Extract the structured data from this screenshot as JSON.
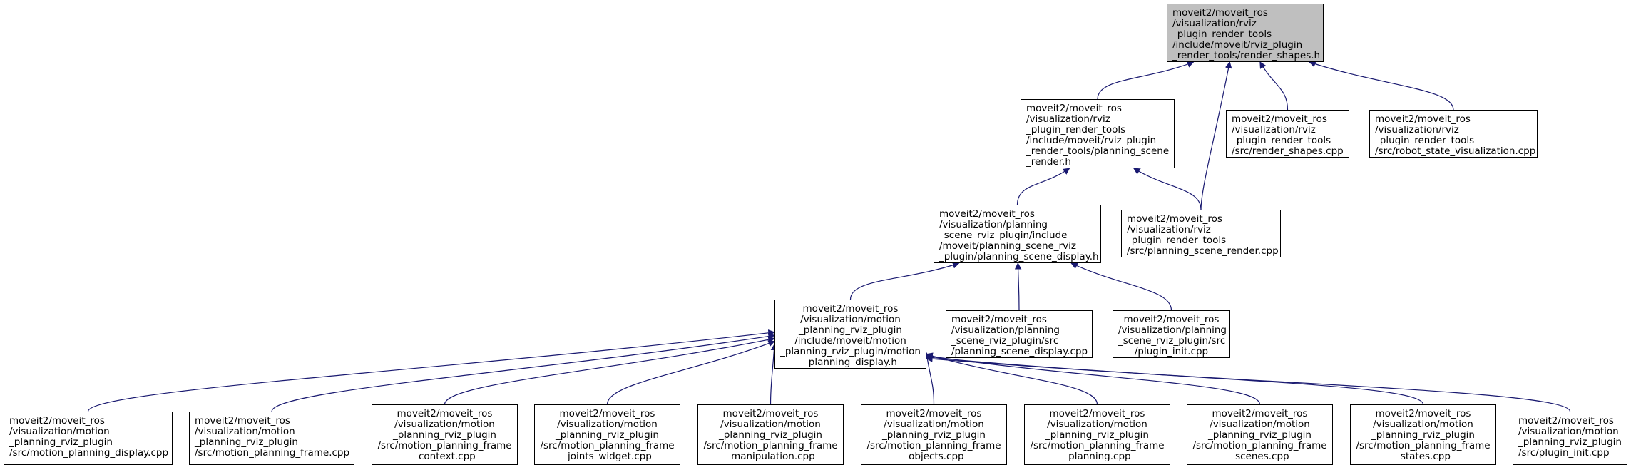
{
  "nodes": [
    {
      "id": "render_shapes_h",
      "root": true,
      "lines": [
        "moveit2/moveit_ros",
        "/visualization/rviz",
        "_plugin_render_tools",
        "/include/moveit/rviz_plugin",
        "_render_tools/render_shapes.h"
      ]
    },
    {
      "id": "planning_scene_render_h",
      "lines": [
        "moveit2/moveit_ros",
        "/visualization/rviz",
        "_plugin_render_tools",
        "/include/moveit/rviz_plugin",
        "_render_tools/planning_scene",
        "_render.h"
      ]
    },
    {
      "id": "render_shapes_cpp",
      "lines": [
        "moveit2/moveit_ros",
        "/visualization/rviz",
        "_plugin_render_tools",
        "/src/render_shapes.cpp"
      ]
    },
    {
      "id": "robot_state_visualization_cpp",
      "lines": [
        "moveit2/moveit_ros",
        "/visualization/rviz",
        "_plugin_render_tools",
        "/src/robot_state_visualization.cpp"
      ]
    },
    {
      "id": "planning_scene_display_h",
      "lines": [
        "moveit2/moveit_ros",
        "/visualization/planning",
        "_scene_rviz_plugin/include",
        "/moveit/planning_scene_rviz",
        "_plugin/planning_scene_display.h"
      ]
    },
    {
      "id": "planning_scene_render_cpp",
      "lines": [
        "moveit2/moveit_ros",
        "/visualization/rviz",
        "_plugin_render_tools",
        "/src/planning_scene_render.cpp"
      ]
    },
    {
      "id": "motion_planning_display_h",
      "lines": [
        "moveit2/moveit_ros",
        "/visualization/motion",
        "_planning_rviz_plugin",
        "/include/moveit/motion",
        "_planning_rviz_plugin/motion",
        "_planning_display.h"
      ]
    },
    {
      "id": "planning_scene_display_cpp",
      "lines": [
        "moveit2/moveit_ros",
        "/visualization/planning",
        "_scene_rviz_plugin/src",
        "/planning_scene_display.cpp"
      ]
    },
    {
      "id": "ps_plugin_init_cpp",
      "lines": [
        "moveit2/moveit_ros",
        "/visualization/planning",
        "_scene_rviz_plugin/src",
        "/plugin_init.cpp"
      ]
    },
    {
      "id": "mp_display_cpp",
      "lines": [
        "moveit2/moveit_ros",
        "/visualization/motion",
        "_planning_rviz_plugin",
        "/src/motion_planning_display.cpp"
      ]
    },
    {
      "id": "mp_frame_cpp",
      "lines": [
        "moveit2/moveit_ros",
        "/visualization/motion",
        "_planning_rviz_plugin",
        "/src/motion_planning_frame.cpp"
      ]
    },
    {
      "id": "mp_frame_context_cpp",
      "lines": [
        "moveit2/moveit_ros",
        "/visualization/motion",
        "_planning_rviz_plugin",
        "/src/motion_planning_frame",
        "_context.cpp"
      ]
    },
    {
      "id": "mp_frame_joints_cpp",
      "lines": [
        "moveit2/moveit_ros",
        "/visualization/motion",
        "_planning_rviz_plugin",
        "/src/motion_planning_frame",
        "_joints_widget.cpp"
      ]
    },
    {
      "id": "mp_frame_manipulation_cpp",
      "lines": [
        "moveit2/moveit_ros",
        "/visualization/motion",
        "_planning_rviz_plugin",
        "/src/motion_planning_frame",
        "_manipulation.cpp"
      ]
    },
    {
      "id": "mp_frame_objects_cpp",
      "lines": [
        "moveit2/moveit_ros",
        "/visualization/motion",
        "_planning_rviz_plugin",
        "/src/motion_planning_frame",
        "_objects.cpp"
      ]
    },
    {
      "id": "mp_frame_planning_cpp",
      "lines": [
        "moveit2/moveit_ros",
        "/visualization/motion",
        "_planning_rviz_plugin",
        "/src/motion_planning_frame",
        "_planning.cpp"
      ]
    },
    {
      "id": "mp_frame_scenes_cpp",
      "lines": [
        "moveit2/moveit_ros",
        "/visualization/motion",
        "_planning_rviz_plugin",
        "/src/motion_planning_frame",
        "_scenes.cpp"
      ]
    },
    {
      "id": "mp_frame_states_cpp",
      "lines": [
        "moveit2/moveit_ros",
        "/visualization/motion",
        "_planning_rviz_plugin",
        "/src/motion_planning_frame",
        "_states.cpp"
      ]
    },
    {
      "id": "mp_plugin_init_cpp",
      "lines": [
        "moveit2/moveit_ros",
        "/visualization/motion",
        "_planning_rviz_plugin",
        "/src/plugin_init.cpp"
      ]
    }
  ],
  "edges": [
    [
      "planning_scene_render_h",
      "render_shapes_h"
    ],
    [
      "planning_scene_render_cpp",
      "render_shapes_h"
    ],
    [
      "render_shapes_cpp",
      "render_shapes_h"
    ],
    [
      "robot_state_visualization_cpp",
      "render_shapes_h"
    ],
    [
      "planning_scene_display_h",
      "planning_scene_render_h"
    ],
    [
      "planning_scene_render_cpp",
      "planning_scene_render_h"
    ],
    [
      "motion_planning_display_h",
      "planning_scene_display_h"
    ],
    [
      "planning_scene_display_cpp",
      "planning_scene_display_h"
    ],
    [
      "ps_plugin_init_cpp",
      "planning_scene_display_h"
    ],
    [
      "mp_display_cpp",
      "motion_planning_display_h"
    ],
    [
      "mp_frame_cpp",
      "motion_planning_display_h"
    ],
    [
      "mp_frame_context_cpp",
      "motion_planning_display_h"
    ],
    [
      "mp_frame_joints_cpp",
      "motion_planning_display_h"
    ],
    [
      "mp_frame_manipulation_cpp",
      "motion_planning_display_h"
    ],
    [
      "mp_frame_objects_cpp",
      "motion_planning_display_h"
    ],
    [
      "mp_frame_planning_cpp",
      "motion_planning_display_h"
    ],
    [
      "mp_frame_scenes_cpp",
      "motion_planning_display_h"
    ],
    [
      "mp_frame_states_cpp",
      "motion_planning_display_h"
    ],
    [
      "mp_plugin_init_cpp",
      "motion_planning_display_h"
    ]
  ],
  "colors": {
    "edge": "#191970",
    "root_fill": "#bfbfbf",
    "node_border": "#000000"
  }
}
